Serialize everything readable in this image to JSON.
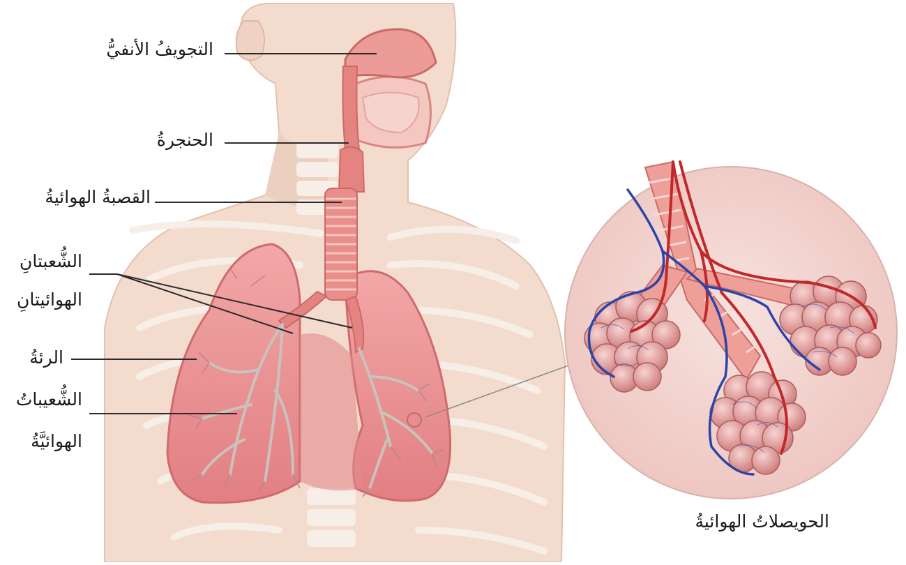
{
  "labels": {
    "nasal_cavity": "التجويفُ الأنفيُّ",
    "larynx": "الحنجرةُ",
    "trachea": "القصبةُ الهوائيةُ",
    "bronchi_line1": "الشُّعبتانِ",
    "bronchi_line2": "الهوائيتانِ",
    "lung": "الرئةُ",
    "bronchioles_line1": "الشُّعيباتُ",
    "bronchioles_line2": "الهوائيَّةُ",
    "alveoli": "الحويصلاتُ الهوائيةُ"
  },
  "colors": {
    "skin": "#f3dccd",
    "skin_shadow": "#e8c6b1",
    "lung": "#ee8d8f",
    "lung_dark": "#d9686d",
    "airway": "#e07d78",
    "artery": "#c0282b",
    "vein": "#2c44a8",
    "alveoli": "#e7a9a8",
    "bone": "#f6efe9",
    "circle_bg": "#f2d6d2"
  }
}
